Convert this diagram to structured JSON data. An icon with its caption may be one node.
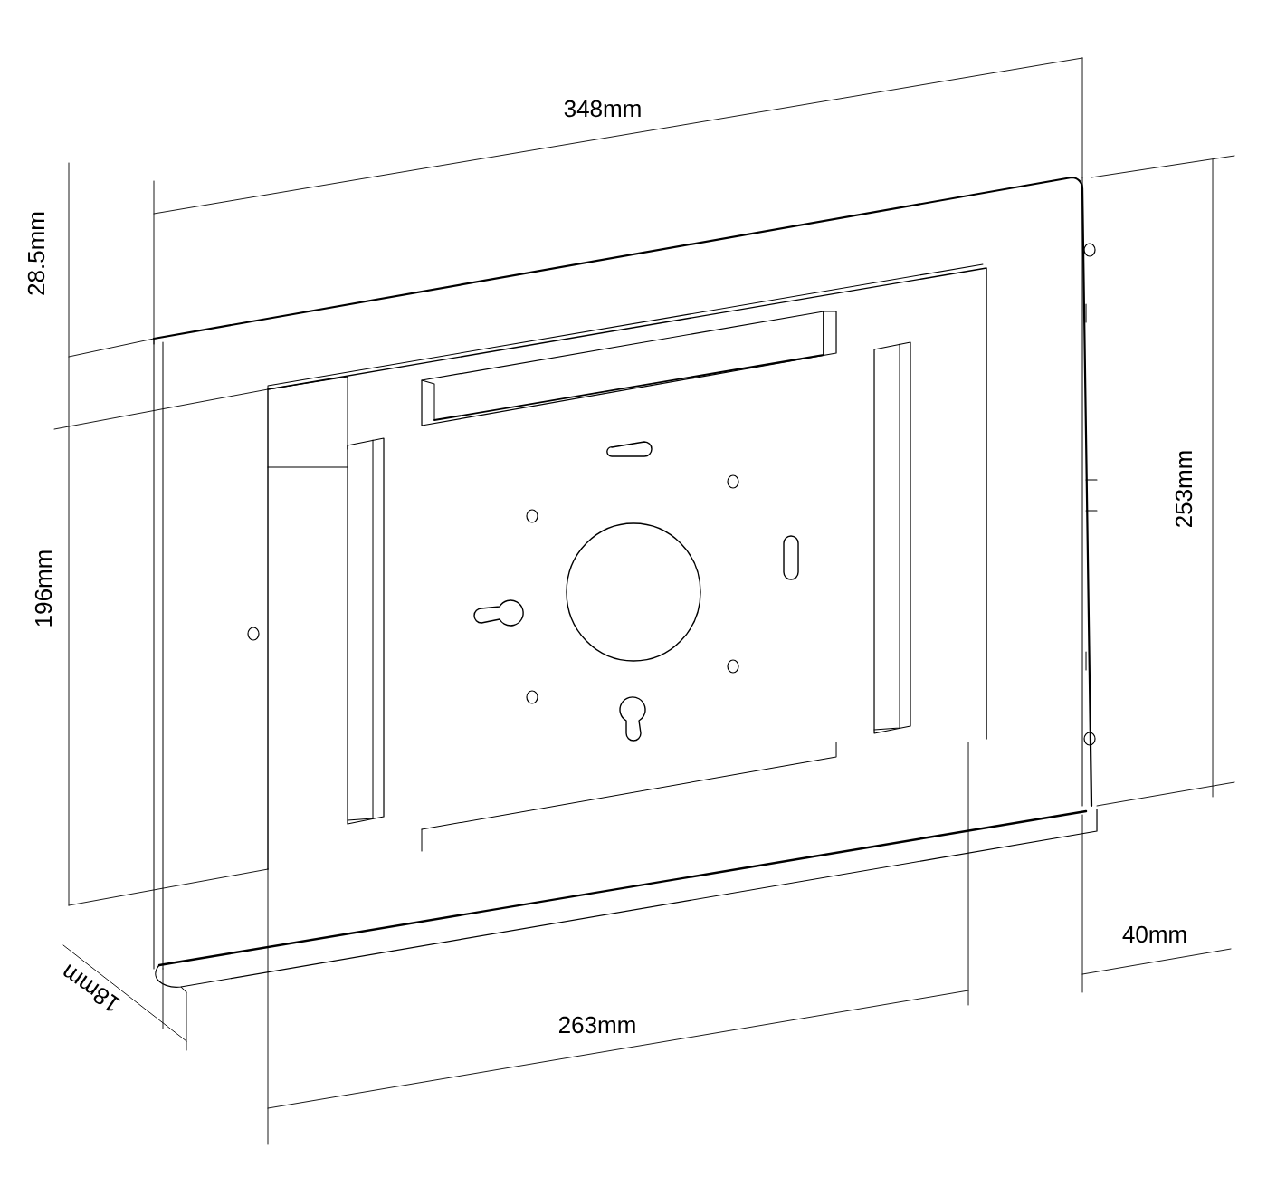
{
  "diagram": {
    "labels": [
      "348mm",
      "28.5mm",
      "253mm",
      "196mm",
      "40mm",
      "18mm",
      "263mm"
    ]
  }
}
